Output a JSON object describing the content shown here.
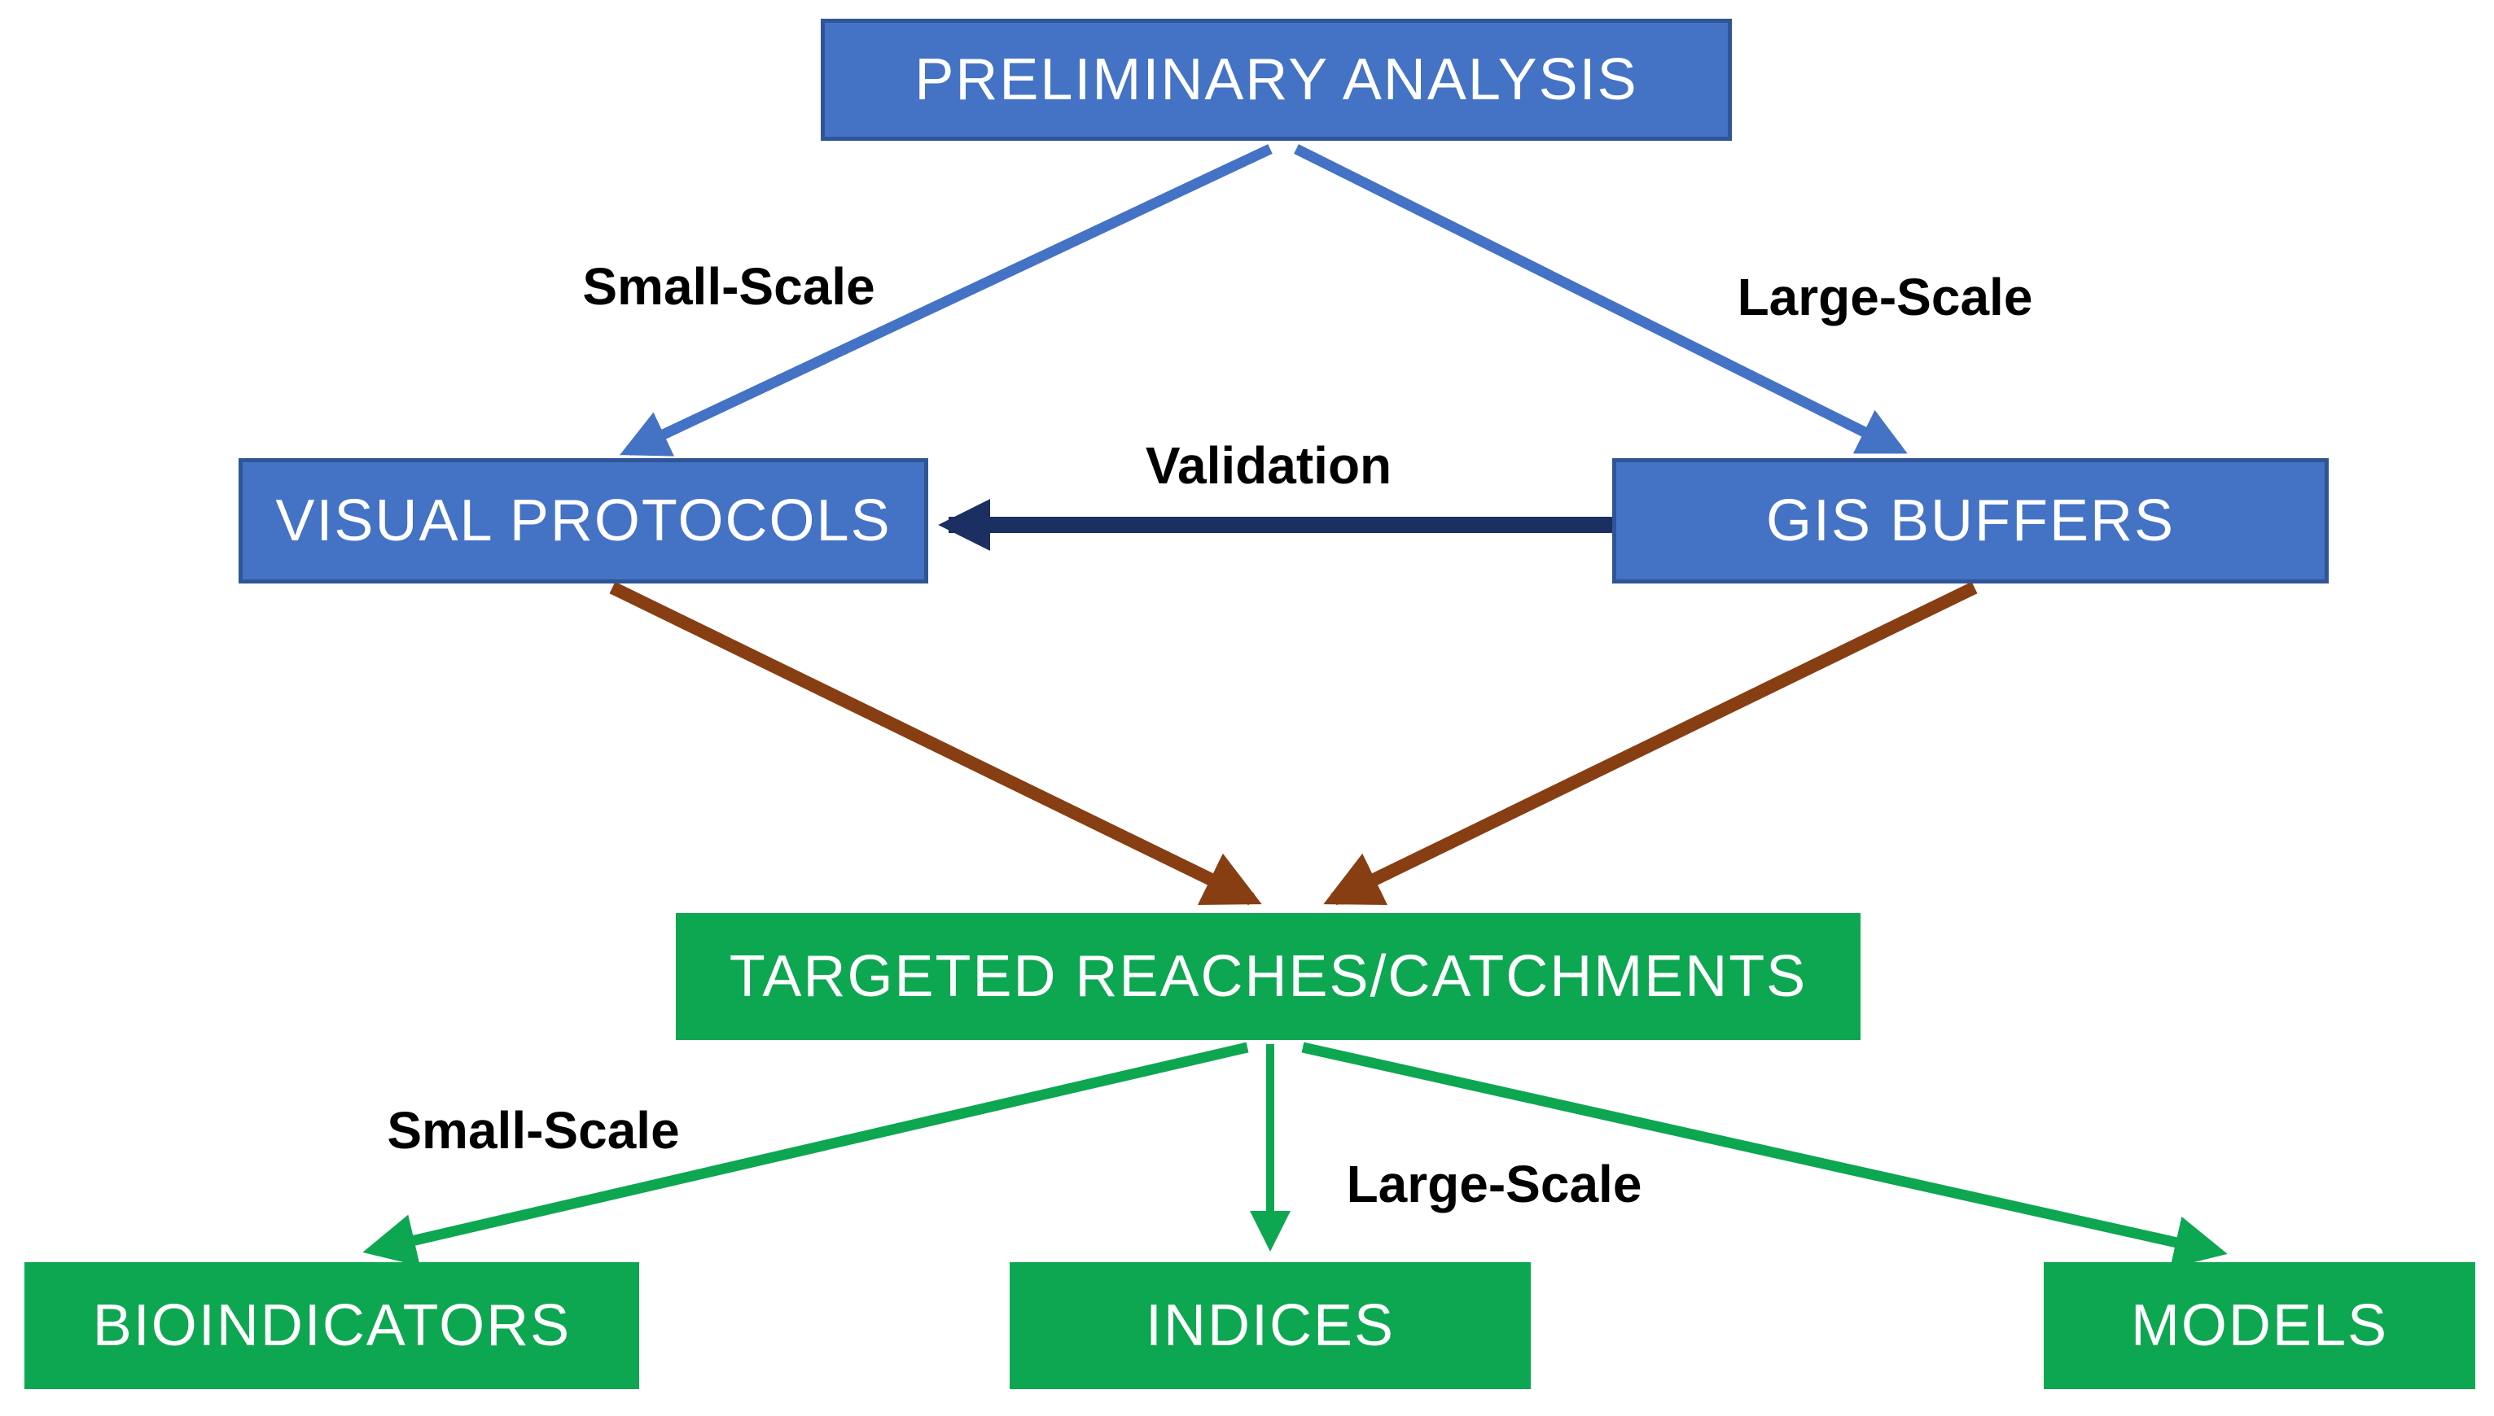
{
  "diagram": {
    "nodes": {
      "preliminary_analysis": {
        "label": "PRELIMINARY ANALYSIS"
      },
      "visual_protocols": {
        "label": "VISUAL PROTOCOLS"
      },
      "gis_buffers": {
        "label": "GIS BUFFERS"
      },
      "targeted_reaches": {
        "label": "TARGETED REACHES/CATCHMENTS"
      },
      "bioindicators": {
        "label": "BIOINDICATORS"
      },
      "indices": {
        "label": "INDICES"
      },
      "models": {
        "label": "MODELS"
      }
    },
    "edge_labels": {
      "small_scale_top": "Small-Scale",
      "large_scale_top": "Large-Scale",
      "validation": "Validation",
      "small_scale_bottom": "Small-Scale",
      "large_scale_bottom": "Large-Scale"
    },
    "colors": {
      "background": "#FFFFFF",
      "node_blue": "#4472C4",
      "node_blue_border": "#2F5597",
      "node_green": "#0DA651",
      "node_text": "#FFFFFF",
      "label_text": "#000000",
      "arrow_blue": "#4472C4",
      "arrow_navy": "#1B2F63",
      "arrow_brown": "#873E12",
      "arrow_green": "#0DA651"
    }
  }
}
